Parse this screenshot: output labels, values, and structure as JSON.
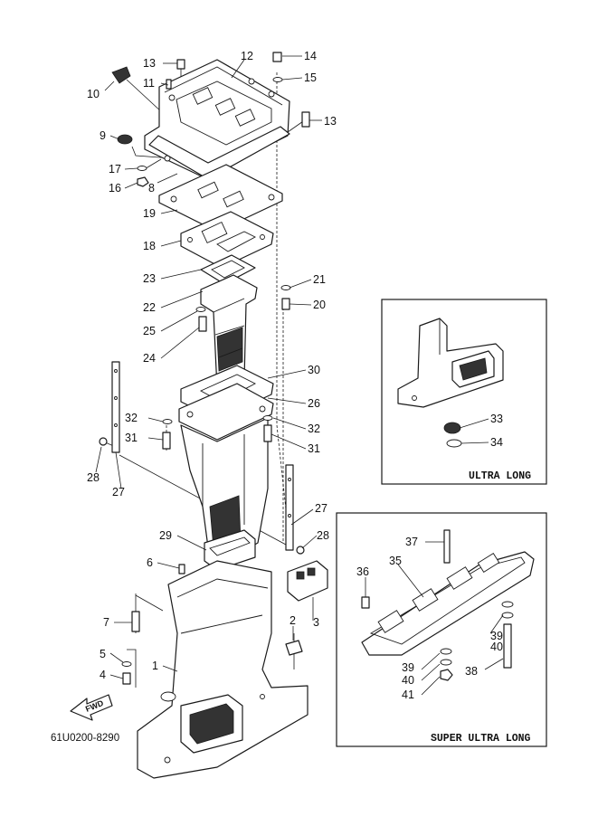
{
  "diagram": {
    "drawing_code": "61U0200-8290",
    "fwd_label": "FWD",
    "inset_ultra_long": {
      "title": "ULTRA LONG"
    },
    "inset_super_ultra_long": {
      "title": "SUPER ULTRA LONG"
    },
    "callouts": [
      {
        "id": "c1",
        "label": "1"
      },
      {
        "id": "c2",
        "label": "2"
      },
      {
        "id": "c3",
        "label": "3"
      },
      {
        "id": "c4",
        "label": "4"
      },
      {
        "id": "c5",
        "label": "5"
      },
      {
        "id": "c6",
        "label": "6"
      },
      {
        "id": "c7",
        "label": "7"
      },
      {
        "id": "c8",
        "label": "8"
      },
      {
        "id": "c9",
        "label": "9"
      },
      {
        "id": "c10",
        "label": "10"
      },
      {
        "id": "c11",
        "label": "11"
      },
      {
        "id": "c12",
        "label": "12"
      },
      {
        "id": "c13a",
        "label": "13"
      },
      {
        "id": "c13b",
        "label": "13"
      },
      {
        "id": "c14",
        "label": "14"
      },
      {
        "id": "c15",
        "label": "15"
      },
      {
        "id": "c16",
        "label": "16"
      },
      {
        "id": "c17",
        "label": "17"
      },
      {
        "id": "c18",
        "label": "18"
      },
      {
        "id": "c19",
        "label": "19"
      },
      {
        "id": "c20",
        "label": "20"
      },
      {
        "id": "c21",
        "label": "21"
      },
      {
        "id": "c22",
        "label": "22"
      },
      {
        "id": "c23",
        "label": "23"
      },
      {
        "id": "c24",
        "label": "24"
      },
      {
        "id": "c25",
        "label": "25"
      },
      {
        "id": "c26",
        "label": "26"
      },
      {
        "id": "c27a",
        "label": "27"
      },
      {
        "id": "c27b",
        "label": "27"
      },
      {
        "id": "c28a",
        "label": "28"
      },
      {
        "id": "c28b",
        "label": "28"
      },
      {
        "id": "c29",
        "label": "29"
      },
      {
        "id": "c30",
        "label": "30"
      },
      {
        "id": "c31a",
        "label": "31"
      },
      {
        "id": "c31b",
        "label": "31"
      },
      {
        "id": "c32a",
        "label": "32"
      },
      {
        "id": "c32b",
        "label": "32"
      },
      {
        "id": "c33",
        "label": "33"
      },
      {
        "id": "c34",
        "label": "34"
      },
      {
        "id": "c35",
        "label": "35"
      },
      {
        "id": "c36",
        "label": "36"
      },
      {
        "id": "c37",
        "label": "37"
      },
      {
        "id": "c38",
        "label": "38"
      },
      {
        "id": "c39a",
        "label": "39"
      },
      {
        "id": "c39b",
        "label": "39"
      },
      {
        "id": "c40a",
        "label": "40"
      },
      {
        "id": "c40b",
        "label": "40"
      },
      {
        "id": "c41",
        "label": "41"
      }
    ]
  }
}
